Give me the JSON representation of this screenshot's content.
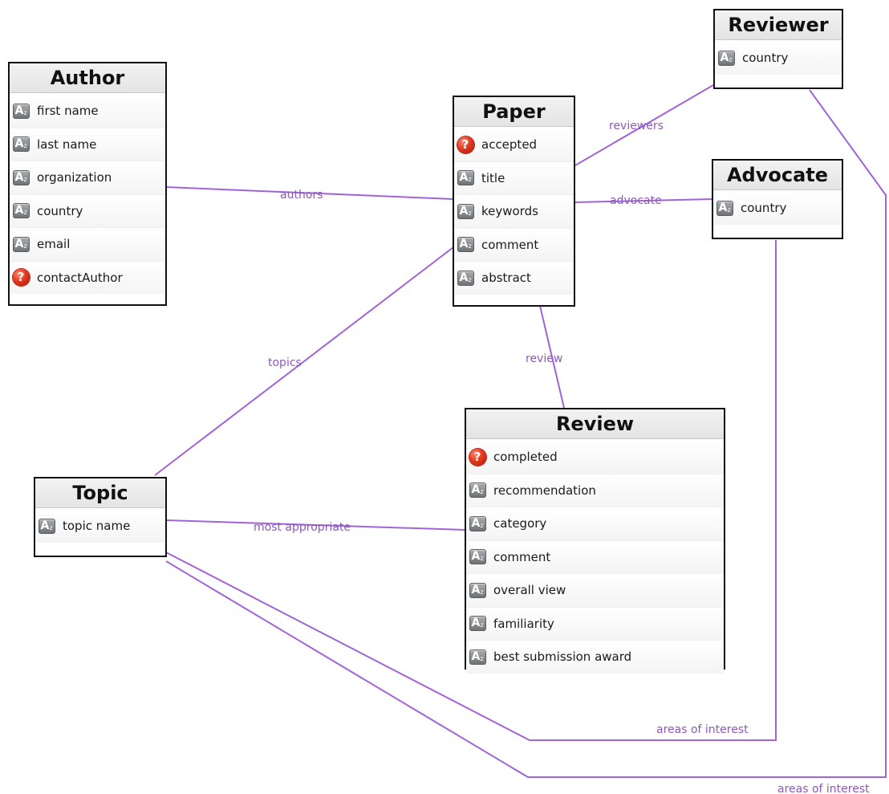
{
  "entities": {
    "author": {
      "name": "Author",
      "attributes": [
        {
          "label": "first name",
          "type": "string",
          "icon": "string-attribute-icon"
        },
        {
          "label": "last name",
          "type": "string",
          "icon": "string-attribute-icon"
        },
        {
          "label": "organization",
          "type": "string",
          "icon": "string-attribute-icon"
        },
        {
          "label": "country",
          "type": "string",
          "icon": "string-attribute-icon"
        },
        {
          "label": "email",
          "type": "string",
          "icon": "string-attribute-icon"
        },
        {
          "label": "contactAuthor",
          "type": "boolean",
          "icon": "boolean-attribute-icon"
        }
      ]
    },
    "paper": {
      "name": "Paper",
      "attributes": [
        {
          "label": "accepted",
          "type": "boolean",
          "icon": "boolean-attribute-icon"
        },
        {
          "label": "title",
          "type": "string",
          "icon": "string-attribute-icon"
        },
        {
          "label": "keywords",
          "type": "string",
          "icon": "string-attribute-icon"
        },
        {
          "label": "comment",
          "type": "string",
          "icon": "string-attribute-icon"
        },
        {
          "label": "abstract",
          "type": "string",
          "icon": "string-attribute-icon"
        }
      ]
    },
    "reviewer": {
      "name": "Reviewer",
      "attributes": [
        {
          "label": "country",
          "type": "string",
          "icon": "string-attribute-icon"
        }
      ]
    },
    "advocate": {
      "name": "Advocate",
      "attributes": [
        {
          "label": "country",
          "type": "string",
          "icon": "string-attribute-icon"
        }
      ]
    },
    "review": {
      "name": "Review",
      "attributes": [
        {
          "label": "completed",
          "type": "boolean",
          "icon": "boolean-attribute-icon"
        },
        {
          "label": "recommendation",
          "type": "string",
          "icon": "string-attribute-icon"
        },
        {
          "label": "category",
          "type": "string",
          "icon": "string-attribute-icon"
        },
        {
          "label": "comment",
          "type": "string",
          "icon": "string-attribute-icon"
        },
        {
          "label": "overall view",
          "type": "string",
          "icon": "string-attribute-icon"
        },
        {
          "label": "familiarity",
          "type": "string",
          "icon": "string-attribute-icon"
        },
        {
          "label": "best submission award",
          "type": "string",
          "icon": "string-attribute-icon"
        }
      ]
    },
    "topic": {
      "name": "Topic",
      "attributes": [
        {
          "label": "topic name",
          "type": "string",
          "icon": "string-attribute-icon"
        }
      ]
    }
  },
  "relationships": [
    {
      "id": "authors",
      "label": "authors",
      "from": "Author",
      "to": "Paper"
    },
    {
      "id": "reviewers",
      "label": "reviewers",
      "from": "Paper",
      "to": "Reviewer"
    },
    {
      "id": "advocate",
      "label": "advocate",
      "from": "Paper",
      "to": "Advocate"
    },
    {
      "id": "review",
      "label": "review",
      "from": "Paper",
      "to": "Review"
    },
    {
      "id": "topics",
      "label": "topics",
      "from": "Paper",
      "to": "Topic"
    },
    {
      "id": "most-appropriate",
      "label": "most appropriate",
      "from": "Topic",
      "to": "Review"
    },
    {
      "id": "areas-of-interest-advocate",
      "label": "areas of interest",
      "from": "Topic",
      "to": "Advocate"
    },
    {
      "id": "areas-of-interest-reviewer",
      "label": "areas of interest",
      "from": "Topic",
      "to": "Reviewer"
    }
  ],
  "colors": {
    "edge": "#9b5fd0",
    "edge_label": "#8d5ab8",
    "entity_border": "#111111",
    "header_background": "#ebebeb",
    "boolean_icon": "#e5391f",
    "string_icon": "#8a8e90"
  }
}
